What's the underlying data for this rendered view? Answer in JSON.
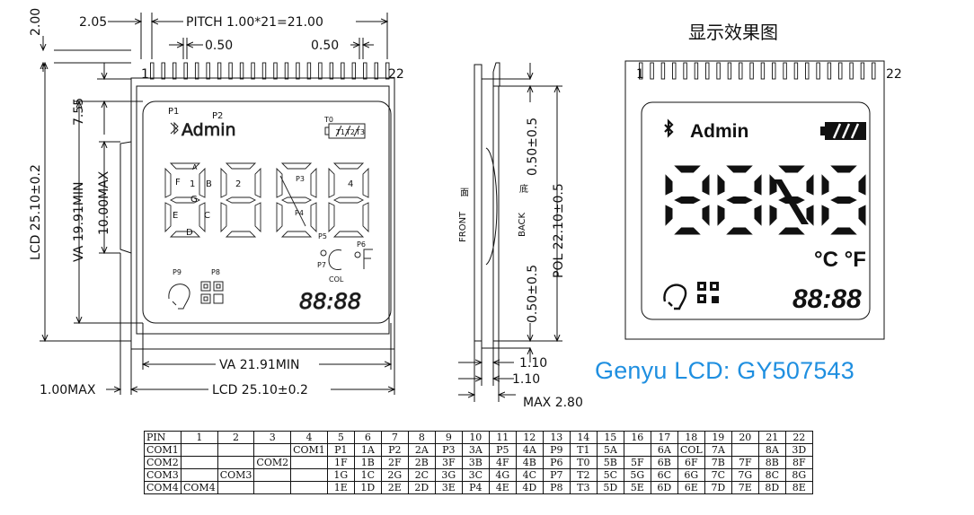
{
  "dims": {
    "pin_pitch_offset": "2.05",
    "pitch": "PITCH  1.00*21=21.00",
    "pin_width_a": "0.50",
    "pin_width_b": "0.50",
    "top_gap": "2.00",
    "lcd_height": "LCD  25.10±0.2",
    "va_height": "VA  19.91MIN",
    "va_top": "7.55",
    "va_inner": "10.00MAX",
    "va_width": "VA  21.91MIN",
    "lcd_width": "LCD  25.10±0.2",
    "pin_thickness": "1.00MAX",
    "side_1": "1.10",
    "side_2": "1.10",
    "max_thickness": "MAX  2.80",
    "front": "FRONT",
    "front_cn": "面",
    "back": "BACK",
    "back_cn": "底",
    "pol_top": "0.50±0.5",
    "pol_bottom": "0.50±0.5",
    "pol_height": "POL  22.10±0.5"
  },
  "lcd_labels": {
    "pin_first": "1",
    "pin_last": "22",
    "p1": "P1",
    "p2": "P2",
    "admin": "Admin",
    "t0": "T0",
    "t1": "T1",
    "t2": "T2",
    "t3": "T3",
    "seg_a": "A",
    "seg_b": "B",
    "seg_c": "C",
    "seg_d": "D",
    "seg_e": "E",
    "seg_f": "F",
    "seg_g": "G",
    "digit1": "1",
    "digit2": "2",
    "digit4": "4",
    "p3": "P3",
    "p4": "P4",
    "p5": "P5",
    "p6": "P6",
    "p7": "P7",
    "p8": "P8",
    "p9": "P9",
    "col": "COL",
    "clock": "88:88"
  },
  "preview": {
    "title": "显示效果图",
    "pin_first": "1",
    "pin_last": "22",
    "admin": "Admin",
    "digits": "8888",
    "units": "°C °F",
    "clock": "88:88"
  },
  "brand": "Genyu LCD: GY507543",
  "pin_table": {
    "rows": [
      [
        "PIN",
        "1",
        "2",
        "3",
        "4",
        "5",
        "6",
        "7",
        "8",
        "9",
        "10",
        "11",
        "12",
        "13",
        "14",
        "15",
        "16",
        "17",
        "18",
        "19",
        "20",
        "21",
        "22"
      ],
      [
        "COM1",
        "",
        "",
        "",
        "COM1",
        "P1",
        "1A",
        "P2",
        "2A",
        "P3",
        "3A",
        "P5",
        "4A",
        "P9",
        "T1",
        "5A",
        "",
        "6A",
        "COL",
        "7A",
        "",
        "8A",
        "3D"
      ],
      [
        "COM2",
        "",
        "",
        "COM2",
        "",
        "1F",
        "1B",
        "2F",
        "2B",
        "3F",
        "3B",
        "4F",
        "4B",
        "P6",
        "T0",
        "5B",
        "5F",
        "6B",
        "6F",
        "7B",
        "7F",
        "8B",
        "8F"
      ],
      [
        "COM3",
        "",
        "COM3",
        "",
        "",
        "1G",
        "1C",
        "2G",
        "2C",
        "3G",
        "3C",
        "4G",
        "4C",
        "P7",
        "T2",
        "5C",
        "5G",
        "6C",
        "6G",
        "7C",
        "7G",
        "8C",
        "8G"
      ],
      [
        "COM4",
        "COM4",
        "",
        "",
        "",
        "1E",
        "1D",
        "2E",
        "2D",
        "3E",
        "P4",
        "4E",
        "4D",
        "P8",
        "T3",
        "5D",
        "5E",
        "6D",
        "6E",
        "7D",
        "7E",
        "8D",
        "8E"
      ]
    ]
  }
}
